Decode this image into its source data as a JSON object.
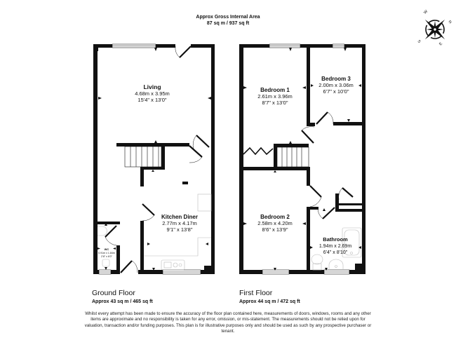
{
  "header": {
    "title": "Approx Gross Internal Area",
    "total_area": "87 sq m / 937 sq ft"
  },
  "compass": {
    "icon": "compass-rose-icon",
    "labels": [
      "N",
      "E",
      "S",
      "W"
    ]
  },
  "floors": [
    {
      "name": "Ground Floor",
      "area": "Approx 43 sq m / 465 sq ft",
      "rooms": [
        {
          "name": "Living",
          "metric": "4.68m x 3.95m",
          "imperial": "15'4\" x 13'0\""
        },
        {
          "name": "Kitchen Diner",
          "metric": "2.77m x 4.17m",
          "imperial": "9'1\" x 13'8\""
        },
        {
          "name": "WC",
          "metric": "0.91m x 1.84m",
          "imperial": "2'8\" x 6'0\""
        }
      ]
    },
    {
      "name": "First Floor",
      "area": "Approx 44 sq m / 472 sq ft",
      "rooms": [
        {
          "name": "Bedroom 1",
          "metric": "2.61m x 3.96m",
          "imperial": "8'7\" x 13'0\""
        },
        {
          "name": "Bedroom 3",
          "metric": "2.00m x 3.06m",
          "imperial": "6'7\" x 10'0\""
        },
        {
          "name": "Bedroom 2",
          "metric": "2.58m x 4.20m",
          "imperial": "8'6\" x 13'9\""
        },
        {
          "name": "Bathroom",
          "metric": "1.94m x 2.69m",
          "imperial": "6'4\" x 8'10\""
        }
      ]
    }
  ],
  "disclaimer": "Whilst every attempt has been made to ensure the accuracy of the floor plan contained here, measurements of doors, windows, rooms and any other items are approximate and no responsibility is taken for any error, omission, or mis-statement. The measurements should not be relied upon for valuation, transaction and/or funding purposes. This plan is for illustrative purposes only and should be used as such by any prospective purchaser or tenant.",
  "colors": {
    "wall": "#111111",
    "fixture": "#bbbbbb",
    "background": "#ffffff"
  }
}
